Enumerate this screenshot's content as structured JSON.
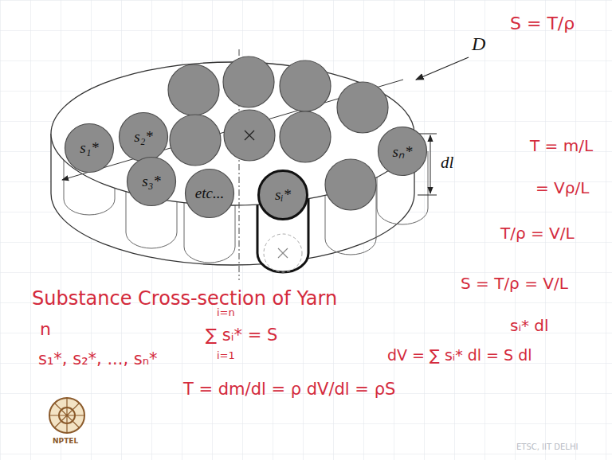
{
  "diagram": {
    "nodes": [
      {
        "text": [
          "s₁*"
        ]
      },
      {
        "text": [
          "s₂*"
        ]
      },
      {
        "text": [
          "s₃*"
        ]
      },
      {
        "text": [
          "etc..."
        ]
      },
      {
        "text": [
          "sᵢ*"
        ]
      },
      {
        "text": [
          "sₙ*"
        ]
      }
    ],
    "labels": [
      "D",
      "dl",
      "S = T/ρ",
      "T = m/L",
      "= Vρ/L",
      "T/ρ = V/L",
      "S = T/ρ = V/L",
      "Substance Cross-section of Yarn",
      "n",
      "s₁*, s₂*, ..., sₙ*",
      "i=n",
      "∑ sᵢ* = S",
      "i=1",
      "sᵢ* dl",
      "dV = ∑ sᵢ* dl = S dl",
      "T = dm/dl = ρ dV/dl = ρS",
      "ETSC, IIT DELHI",
      "NPTEL"
    ]
  }
}
